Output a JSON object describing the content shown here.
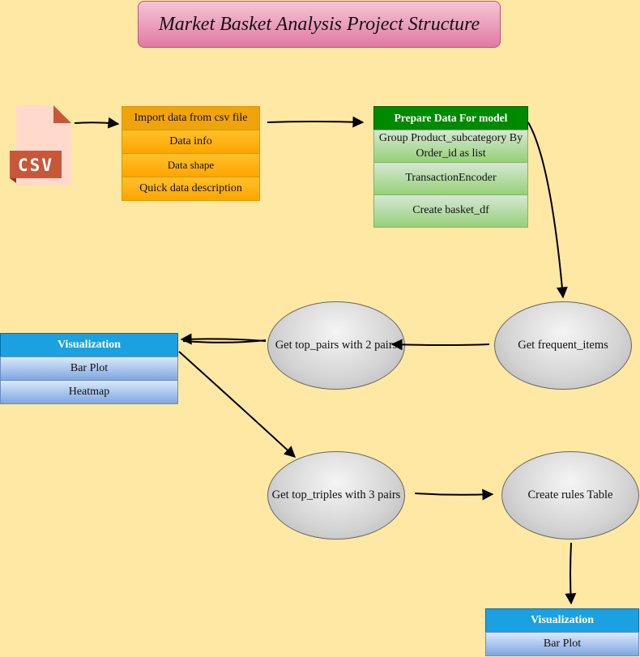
{
  "title": "Market Basket Analysis Project Structure",
  "csv_icon": {
    "label": "CSV"
  },
  "import_list": {
    "header": "Import data from csv file",
    "items": [
      "Data info",
      "Data shape",
      "Quick data description"
    ]
  },
  "prepare_list": {
    "header": "Prepare Data For model",
    "items": [
      "Group Product_subcategory By Order_id as list",
      "TransactionEncoder",
      "Create basket_df"
    ]
  },
  "nodes": {
    "frequent_items": "Get frequent_items",
    "top_pairs": "Get top_pairs with 2 pairs",
    "top_triples": "Get top_triples with 3 pairs",
    "rules_table": "Create rules Table"
  },
  "viz_pairs": {
    "header": "Visualization",
    "items": [
      "Bar Plot",
      "Heatmap"
    ]
  },
  "viz_rules": {
    "header": "Visualization",
    "items": [
      "Bar Plot"
    ]
  },
  "colors": {
    "background": "#ffe8a3",
    "title_pink": "#e07aa2",
    "orange": "#ffa500",
    "green_header": "#008a00",
    "blue_header": "#1ba1e2",
    "csv_red": "#c8573a"
  }
}
